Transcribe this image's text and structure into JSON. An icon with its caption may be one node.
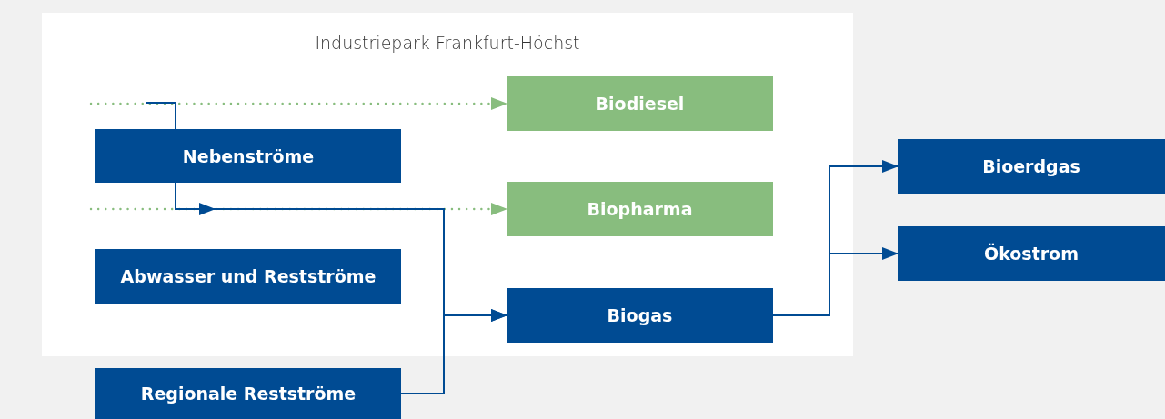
{
  "diagram": {
    "nodes": [
      {
        "text": [
          "Industriepark Frankfurt-Höchst"
        ]
      },
      {
        "text": [
          "Biodiesel"
        ],
        "in": 0
      },
      {
        "text": [
          "Nebenströme"
        ],
        "in": 0
      },
      {
        "text": [
          "Biopharma"
        ],
        "in": 0
      },
      {
        "text": [
          "Abwasser und Restströme"
        ],
        "in": 0
      },
      {
        "text": [
          "Biogas"
        ],
        "in": 0
      },
      {
        "text": [
          "Regionale Restströme"
        ]
      },
      {
        "text": [
          "Bioerdgas"
        ]
      },
      {
        "text": [
          "Ökostrom"
        ]
      }
    ],
    "edges": [
      {
        "from": null,
        "to": 1,
        "arrow": "to",
        "style": "dashed",
        "color": "#88bd7e"
      },
      {
        "from": null,
        "to": 3,
        "arrow": "to",
        "style": "dashed",
        "color": "#88bd7e"
      },
      {
        "from": null,
        "to": 2,
        "arrow": "none"
      },
      {
        "from": 2,
        "to": 5,
        "arrow": "to"
      },
      {
        "from": 6,
        "to": 5,
        "arrow": "to"
      },
      {
        "from": 5,
        "to": 7,
        "arrow": "to"
      },
      {
        "from": 5,
        "to": 8,
        "arrow": "to"
      }
    ]
  }
}
